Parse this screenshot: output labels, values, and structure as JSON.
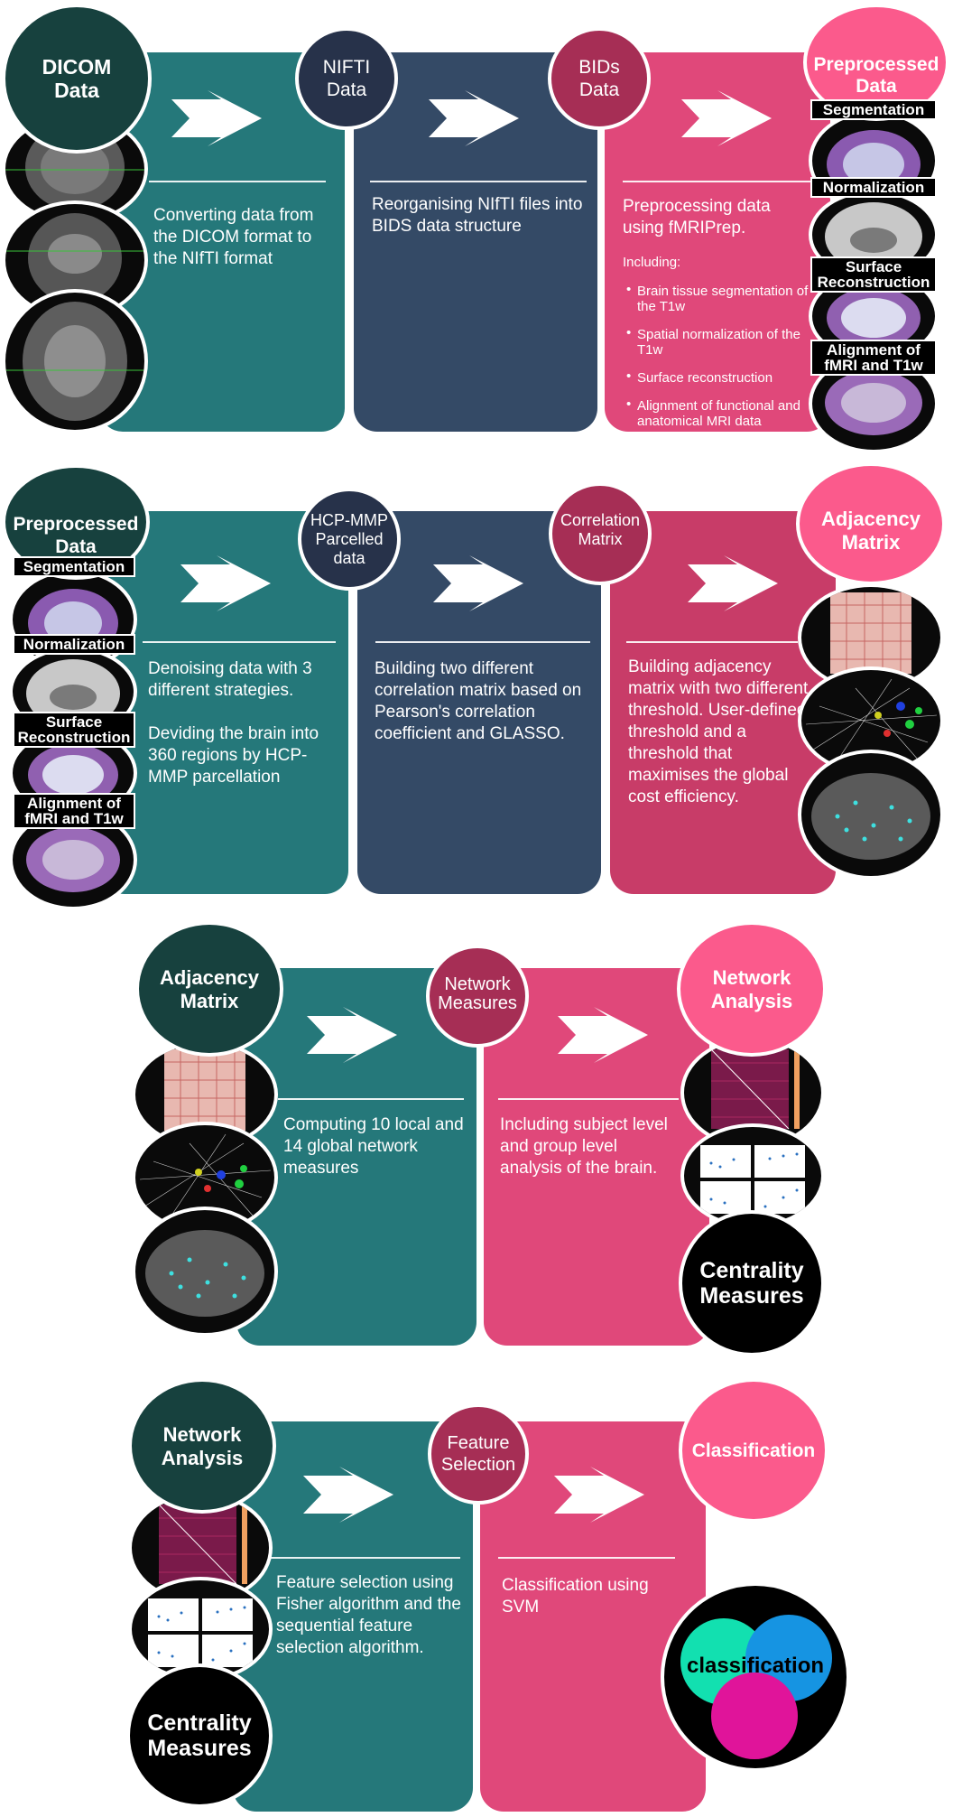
{
  "rows": [
    {
      "circles": [
        "DICOM\nData",
        "NIFTI\nData",
        "BIDs\nData",
        "Preprocessed\nData"
      ],
      "texts": [
        "Converting data from the DICOM format to the NIfTI format",
        "Reorganising NIfTI files into BIDS data structure",
        "Preprocessing data using fMRIPrep."
      ],
      "including": "Including:",
      "bullets": [
        "Brain tissue segmentation of the T1w",
        "Spatial normalization of the T1w",
        "Surface reconstruction",
        "Alignment of functional and anatomical MRI data"
      ],
      "labels": [
        "Segmentation",
        "Normalization",
        "Surface\nReconstruction",
        "Alignment of\nfMRI and T1w"
      ]
    },
    {
      "circles": [
        "Preprocessed\nData",
        "HCP-MMP\nParcelled\ndata",
        "Correlation\nMatrix",
        "Adjacency\nMatrix"
      ],
      "texts": [
        "Denoising data with 3 different strategies.",
        "Deviding the brain into 360 regions by HCP-MMP parcellation",
        "Building two different correlation matrix based on Pearson's correlation coefficient and GLASSO.",
        "Building adjacency matrix with two different threshold. User-defined threshold and a threshold that maximises the global cost efficiency."
      ],
      "labels": [
        "Segmentation",
        "Normalization",
        "Surface\nReconstruction",
        "Alignment of\nfMRI and T1w"
      ]
    },
    {
      "circles": [
        "Adjacency\nMatrix",
        "Network\nMeasures",
        "Network\nAnalysis",
        "Centrality\nMeasures"
      ],
      "texts": [
        "Computing 10 local and 14 global network measures",
        "Including subject level and group level analysis of the brain."
      ]
    },
    {
      "circles": [
        "Network\nAnalysis",
        "Feature\nSelection",
        "Classification",
        "Centrality\nMeasures"
      ],
      "texts": [
        "Feature selection using Fisher algorithm and the sequential feature selection algorithm.",
        "Classification using SVM"
      ],
      "venn_label": "classification"
    }
  ],
  "colors": {
    "teal": "#25787a",
    "navy": "#344a66",
    "crimson": "#c83c68",
    "pink": "#e0487a",
    "dark_teal_circle": "#17413e",
    "navy_circle": "#27324a",
    "crimson_circle": "#a62e55",
    "bright_pink_circle": "#fb5a8c",
    "venn_teal": "#12e0b0",
    "venn_blue": "#1694e2",
    "venn_magenta": "#e0149a"
  },
  "icons": [
    "right-arrow-icon"
  ]
}
